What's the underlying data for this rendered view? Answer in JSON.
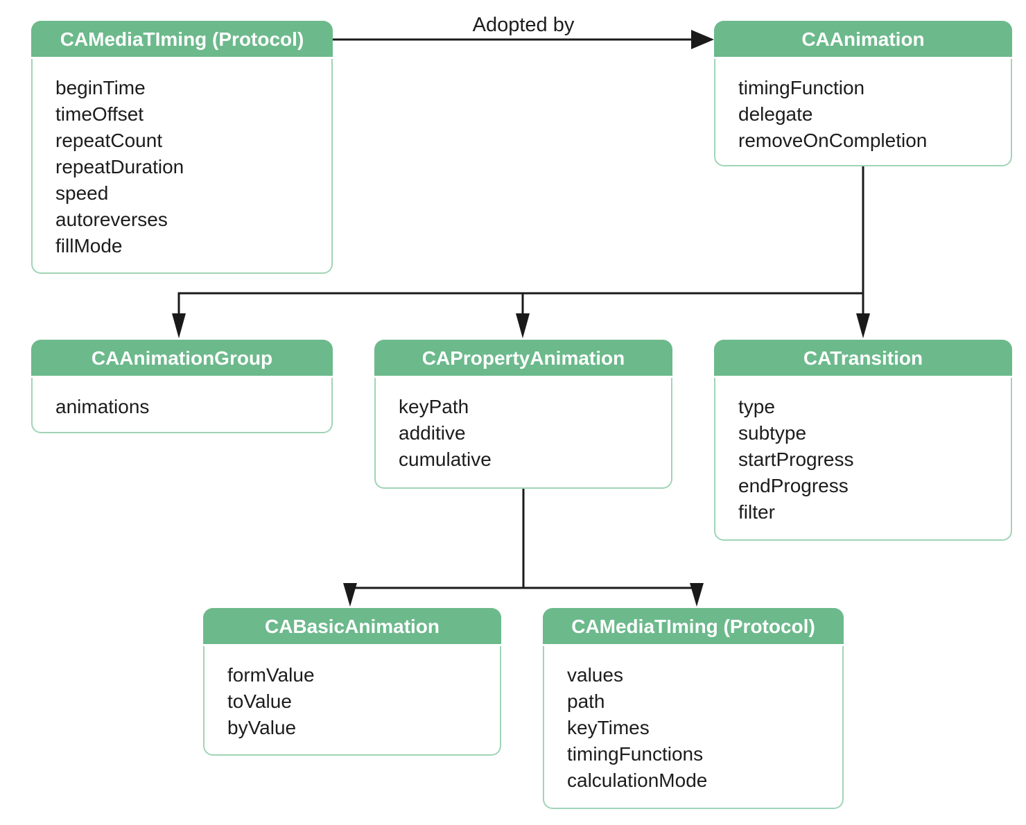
{
  "diagram": {
    "arrow_label": "Adopted by",
    "boxes": [
      {
        "id": "camediatiming-protocol-top",
        "title": "CAMediaTIming (Protocol)",
        "props": [
          "beginTime",
          "timeOffset",
          "repeatCount",
          "repeatDuration",
          "speed",
          "autoreverses",
          "fillMode"
        ]
      },
      {
        "id": "caanimation",
        "title": "CAAnimation",
        "props": [
          "timingFunction",
          "delegate",
          "removeOnCompletion"
        ]
      },
      {
        "id": "caanimationgroup",
        "title": "CAAnimationGroup",
        "props": [
          "animations"
        ]
      },
      {
        "id": "capropertyanimation",
        "title": "CAPropertyAnimation",
        "props": [
          "keyPath",
          "additive",
          "cumulative"
        ]
      },
      {
        "id": "catransition",
        "title": "CATransition",
        "props": [
          "type",
          "subtype",
          "startProgress",
          "endProgress",
          "filter"
        ]
      },
      {
        "id": "cabasicanimation",
        "title": "CABasicAnimation",
        "props": [
          "formValue",
          "toValue",
          "byValue"
        ]
      },
      {
        "id": "camediatiming-protocol-bottom",
        "title": "CAMediaTIming (Protocol)",
        "props": [
          "values",
          "path",
          "keyTimes",
          "timingFunctions",
          "calculationMode"
        ]
      }
    ],
    "colors": {
      "header-green": "#6cb98c",
      "border-green": "#a0d4b6",
      "header-text": "#ffffff",
      "text-dark": "#1c1c1c",
      "line-black": "#1a1a1a",
      "bg": "#ffffff"
    }
  }
}
